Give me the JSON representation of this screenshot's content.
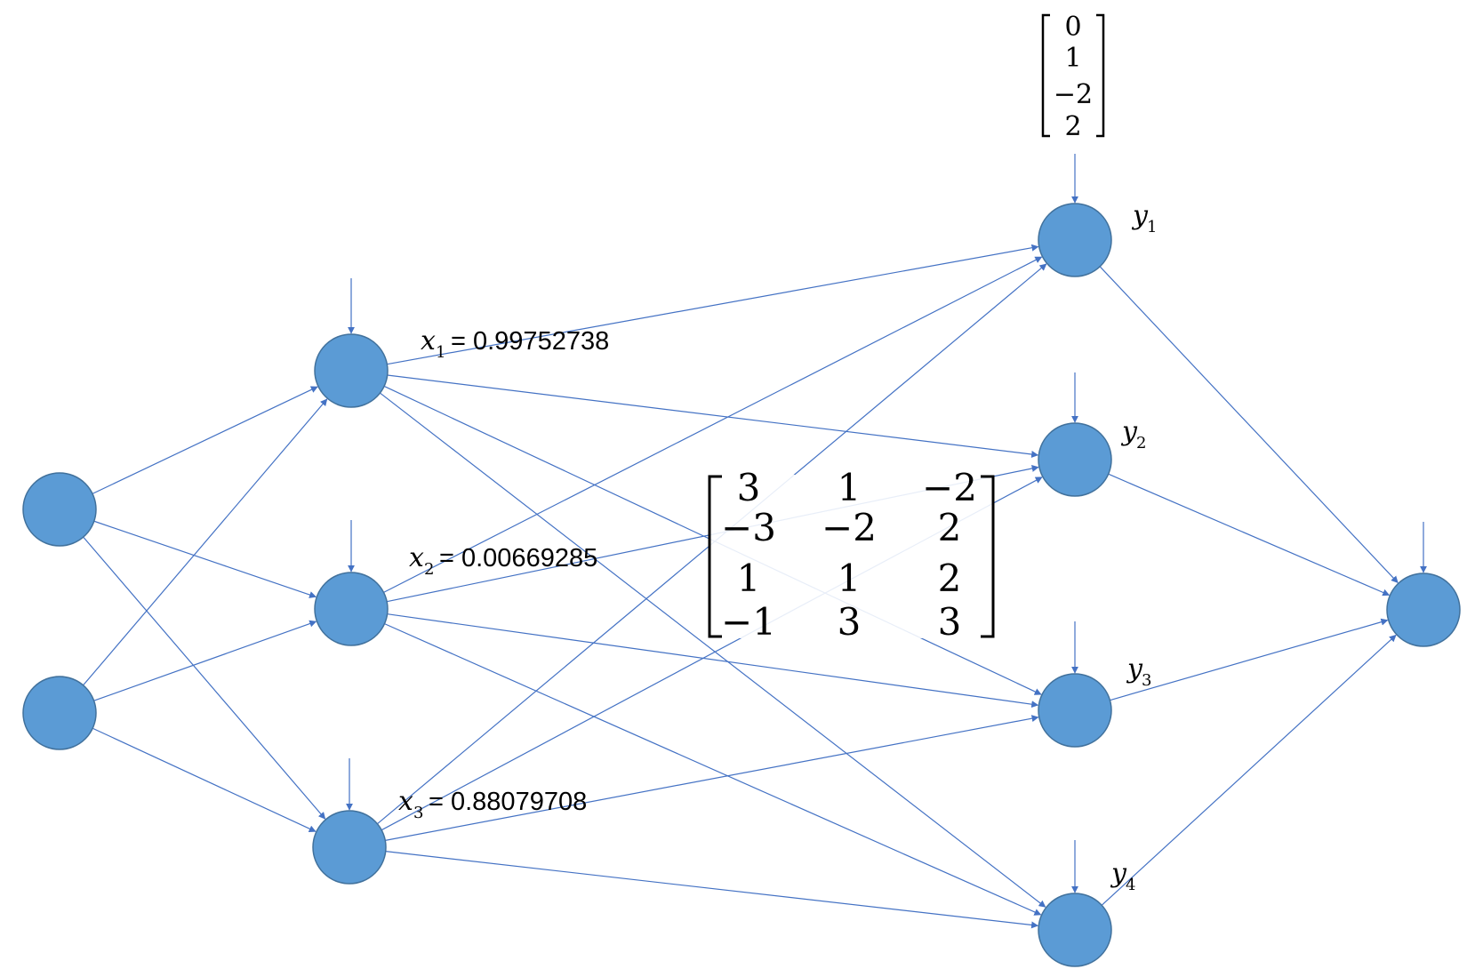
{
  "colors": {
    "node_fill": "#5b9bd5",
    "node_stroke": "#41719c",
    "edge": "#4472c4",
    "text": "#000000"
  },
  "labels": {
    "x1": {
      "var": "x",
      "sub": "1",
      "eq": "= 0.99752738"
    },
    "x2": {
      "var": "x",
      "sub": "2",
      "eq": "= 0.00669285"
    },
    "x3": {
      "var": "x",
      "sub": "3",
      "eq": "= 0.88079708"
    },
    "y1": {
      "var": "y",
      "sub": "1"
    },
    "y2": {
      "var": "y",
      "sub": "2"
    },
    "y3": {
      "var": "y",
      "sub": "3"
    },
    "y4": {
      "var": "y",
      "sub": "4"
    }
  },
  "bias_vector": [
    "0",
    "1",
    "−2",
    "2"
  ],
  "weight_matrix": [
    [
      "3",
      "1",
      "−2"
    ],
    [
      "−3",
      "−2",
      "2"
    ],
    [
      "1",
      "1",
      "2"
    ],
    [
      "−1",
      "3",
      "3"
    ]
  ]
}
